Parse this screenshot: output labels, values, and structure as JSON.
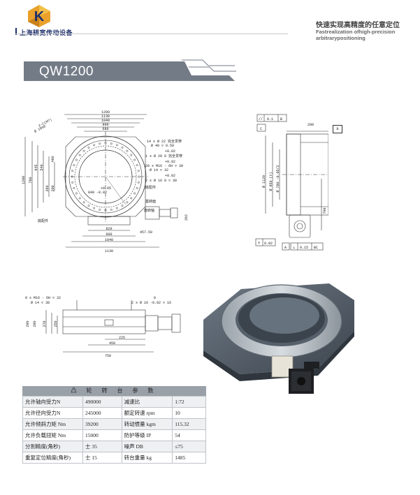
{
  "header": {
    "logo_letter": "K",
    "company": "上海耕宽传动设备",
    "tagline_cn": "快速实现高精度的任意定位",
    "tagline_en": "Fastrealization ofhigh-precision arbitrarypositioning"
  },
  "product": {
    "model": "QW1200"
  },
  "front_view": {
    "dims_top": [
      "1200",
      "1130",
      "1040",
      "990",
      "680"
    ],
    "dims_left": [
      "1200",
      "780",
      "645",
      "540",
      "260",
      "200",
      "480"
    ],
    "dims_right": [
      "262"
    ],
    "dims_bottom": [
      "820",
      "900",
      "1040",
      "1130"
    ],
    "callouts": [
      "14 x Ø 22 完全贯穿",
      "Ø 40 ▽ 0.50",
      "+0.02",
      "1 x Ø 20 0 完全贯穿",
      "+0.02",
      "20 x M16 - 6H ▽ 30",
      "Ø 14 ▽ 32",
      "+0.02",
      "2 x Ø 16 0 ▽ 30",
      "底配件",
      "基转面",
      "旋转轴",
      "457.50",
      "Ø 1096",
      "2-C(M?)"
    ],
    "center_dims": [
      "+0.05",
      "840 -0.02"
    ],
    "left_label": "底配件"
  },
  "side_view": {
    "tolerance_top": [
      "//",
      "0.1",
      "B"
    ],
    "datum_c": "C",
    "datum_b": "B",
    "dim_top": "280",
    "dims_vertical": [
      "Ø 1120",
      "Ø 950 (t)",
      "Ø 780 -0.05/2",
      "700"
    ],
    "tolerance_bottom_left": [
      "f",
      "0.02"
    ],
    "datum_a": "A",
    "tolerance_bottom_right": [
      "⊥",
      "0.15",
      "BC"
    ]
  },
  "lower_view": {
    "callout_left": [
      "8 x M16 - 6H ▽ 32",
      "Ø 14 ▽ 38"
    ],
    "callout_right": "2 x Ø 16 -0.02 ▽ 16",
    "callout_right_tol": "0",
    "dims_left": [
      "290",
      "280",
      "270",
      "250"
    ],
    "dims_bottom": [
      "225",
      "450",
      "750"
    ]
  },
  "params": {
    "title": "凸 轮 转 台 参 数",
    "rows": [
      [
        "允许轴向受力N",
        "490000",
        "减速比",
        "1:72"
      ],
      [
        "允许径向受力N",
        "245000",
        "额定转速 rpm",
        "10"
      ],
      [
        "允许倾斜力矩 Nm",
        "39200",
        "转动惯量 kgm",
        "115.32"
      ],
      [
        "允许负载扭矩 Nm",
        "15000",
        "防护等级 IP",
        "54"
      ],
      [
        "分割精度(角秒)",
        "士 35",
        "噪声 DB",
        "≤75"
      ],
      [
        "重复定位精度(角秒)",
        "士 15",
        "转台重量 kg",
        "1485"
      ]
    ]
  },
  "colors": {
    "brand_navy": "#1d2f6b",
    "brand_gold": "#e9a12b",
    "band_gray": "#737b87",
    "table_header": "#9aa0a8"
  }
}
